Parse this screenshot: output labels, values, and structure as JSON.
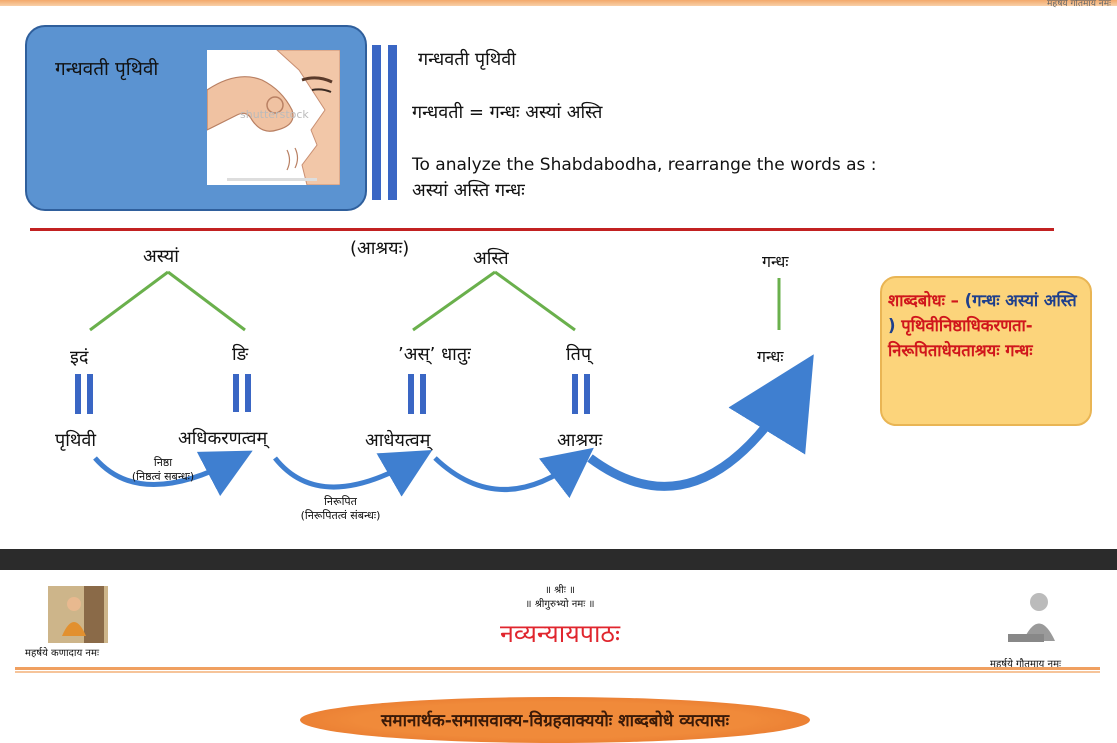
{
  "header": {
    "corner_text": "महर्षये गौतमाय नमः"
  },
  "card": {
    "title": "गन्धवती पृथिवी",
    "image_label": "shutterstock",
    "icon": "smell-gesture-image"
  },
  "right_panel": {
    "heading": "गन्धवती पृथिवी",
    "equation": "गन्धवती = गन्धः अस्यां अस्ति",
    "instruction": "To analyze the Shabdabodha, rearrange the words as :",
    "rearranged": "अस्यां अस्ति गन्धः"
  },
  "diagram": {
    "top_words": {
      "asyam": "अस्यां",
      "ashraya_label": "(आश्रयः)",
      "asti": "अस्ति",
      "gandha_top": "गन्धः"
    },
    "mid_words": {
      "idam": "इदं",
      "ni": "ङि",
      "as_dhatu": "’अस्’ धातुः",
      "tip": "तिप्",
      "gandha_mid": "गन्धः"
    },
    "bottom_words": {
      "prithivi": "पृथिवी",
      "adhikaranatvam": "अधिकरणत्वम्",
      "adheyatvam": "आधेयत्वम्",
      "ashrayah": "आश्रयः"
    },
    "relations": {
      "nishtha": "निष्ठा",
      "nishtha_sub": "(निष्ठत्वं सबन्धः)",
      "nirupita": "निरूपित",
      "nirupita_sub": "(निरूपितत्वं संबन्धः)"
    }
  },
  "shabdabodha": {
    "label": "शाब्दबोधः –",
    "paren": "(गन्धः अस्यां अस्ति )",
    "meaning": "पृथिवीनिष्ठाधिकरणता-निरूपिताधेयताश्रयः गन्धः"
  },
  "footer": {
    "sri": "॥ श्रीः ॥",
    "guru": "॥ श्रीगुरुभ्यो नमः ॥",
    "title": "नव्यन्यायपाठः",
    "left_caption": "महर्षये कणादाय नमः",
    "right_caption": "महर्षये गौतमाय नमः",
    "topic": "समानार्थक-समासवाक्य-विग्रहवाक्ययोः शाब्दबोधे व्यत्यासः"
  },
  "colors": {
    "accent_red": "#d0161c",
    "card_blue": "#5b93d1",
    "arrow_blue": "#3f7fd0",
    "branch_green": "#6ab04c"
  }
}
